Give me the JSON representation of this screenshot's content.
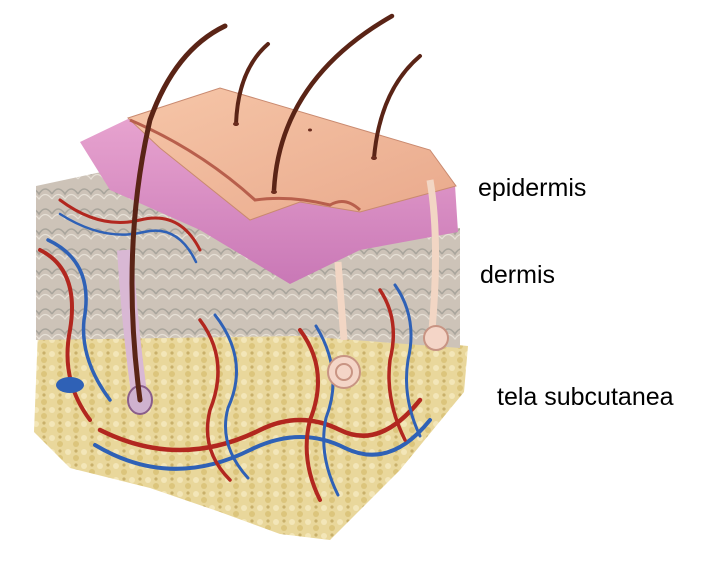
{
  "labels": {
    "epidermis": "epidermis",
    "dermis": "dermis",
    "subcutis": "tela subcutanea"
  },
  "colors": {
    "epidermis_top": "#f0b898",
    "epidermis_side": "#d98cc6",
    "dermis": "#cfc3b6",
    "subcutis": "#e6d394",
    "artery": "#b2271f",
    "vein": "#2f61b6",
    "hair": "#5a2416"
  }
}
